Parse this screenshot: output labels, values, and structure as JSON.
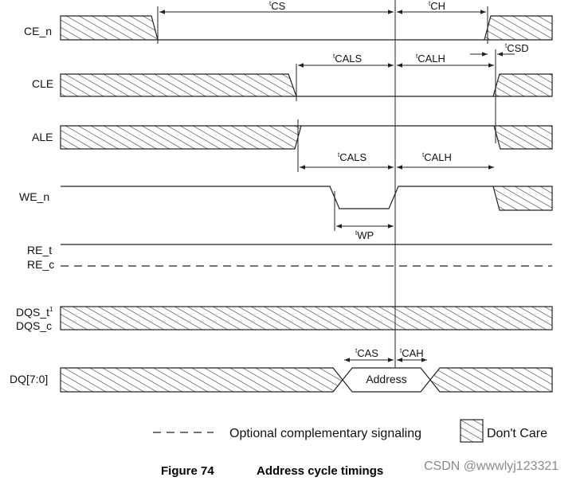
{
  "signals": {
    "ce_n": "CE_n",
    "cle": "CLE",
    "ale": "ALE",
    "we_n": "WE_n",
    "re_t": "RE_t",
    "re_c": "RE_c",
    "dqs_t": "DQS_t",
    "dqs_t_sup": "1",
    "dqs_c": "DQS_c",
    "dq": "DQ[7:0]"
  },
  "timings": {
    "tcs": "CS",
    "tch": "CH",
    "tcals_1": "CALS",
    "tcalh_1": "CALH",
    "tcsd": "CSD",
    "tcals_2": "CALS",
    "tcalh_2": "CALH",
    "twp": "WP",
    "tcas": "CAS",
    "tcah": "CAH",
    "prefix": "t"
  },
  "dq_value": "Address",
  "legend": {
    "optional": "Optional complementary signaling",
    "dont_care": "Don't Care"
  },
  "caption": {
    "figure": "Figure 74",
    "title": "Address cycle timings"
  },
  "watermark": "CSDN @wwwlyj123321"
}
